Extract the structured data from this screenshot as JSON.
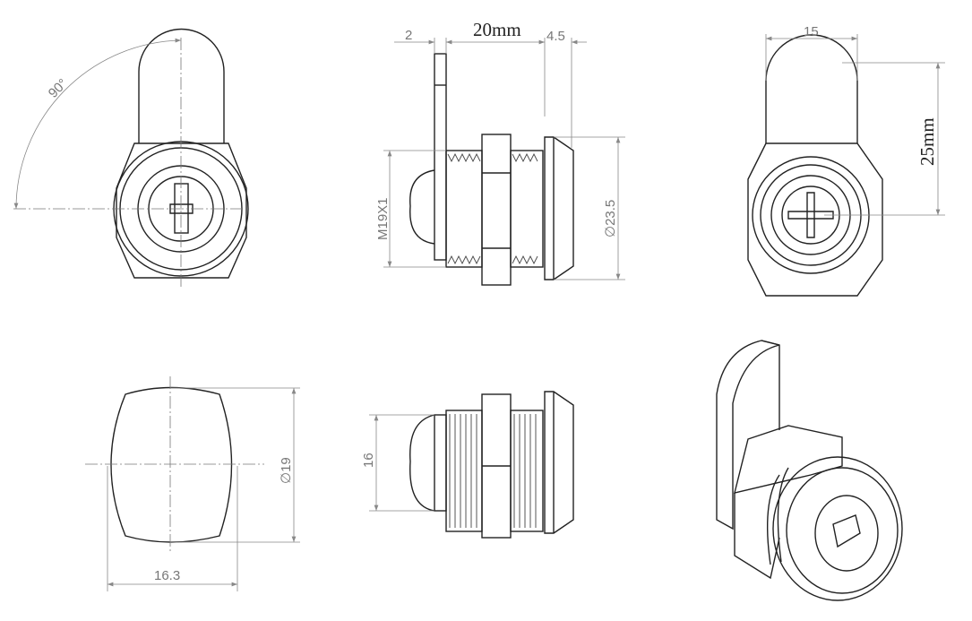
{
  "labels": {
    "angle": "90°",
    "cam_thickness": "2",
    "length": "20mm",
    "flange_depth": "4.5",
    "thread": "M19X1",
    "flange_diameter": "∅23.5",
    "cam_width": "15",
    "cam_length": "25mm",
    "body_diameter": "∅19",
    "body_width": "16.3",
    "plug_height": "16"
  }
}
